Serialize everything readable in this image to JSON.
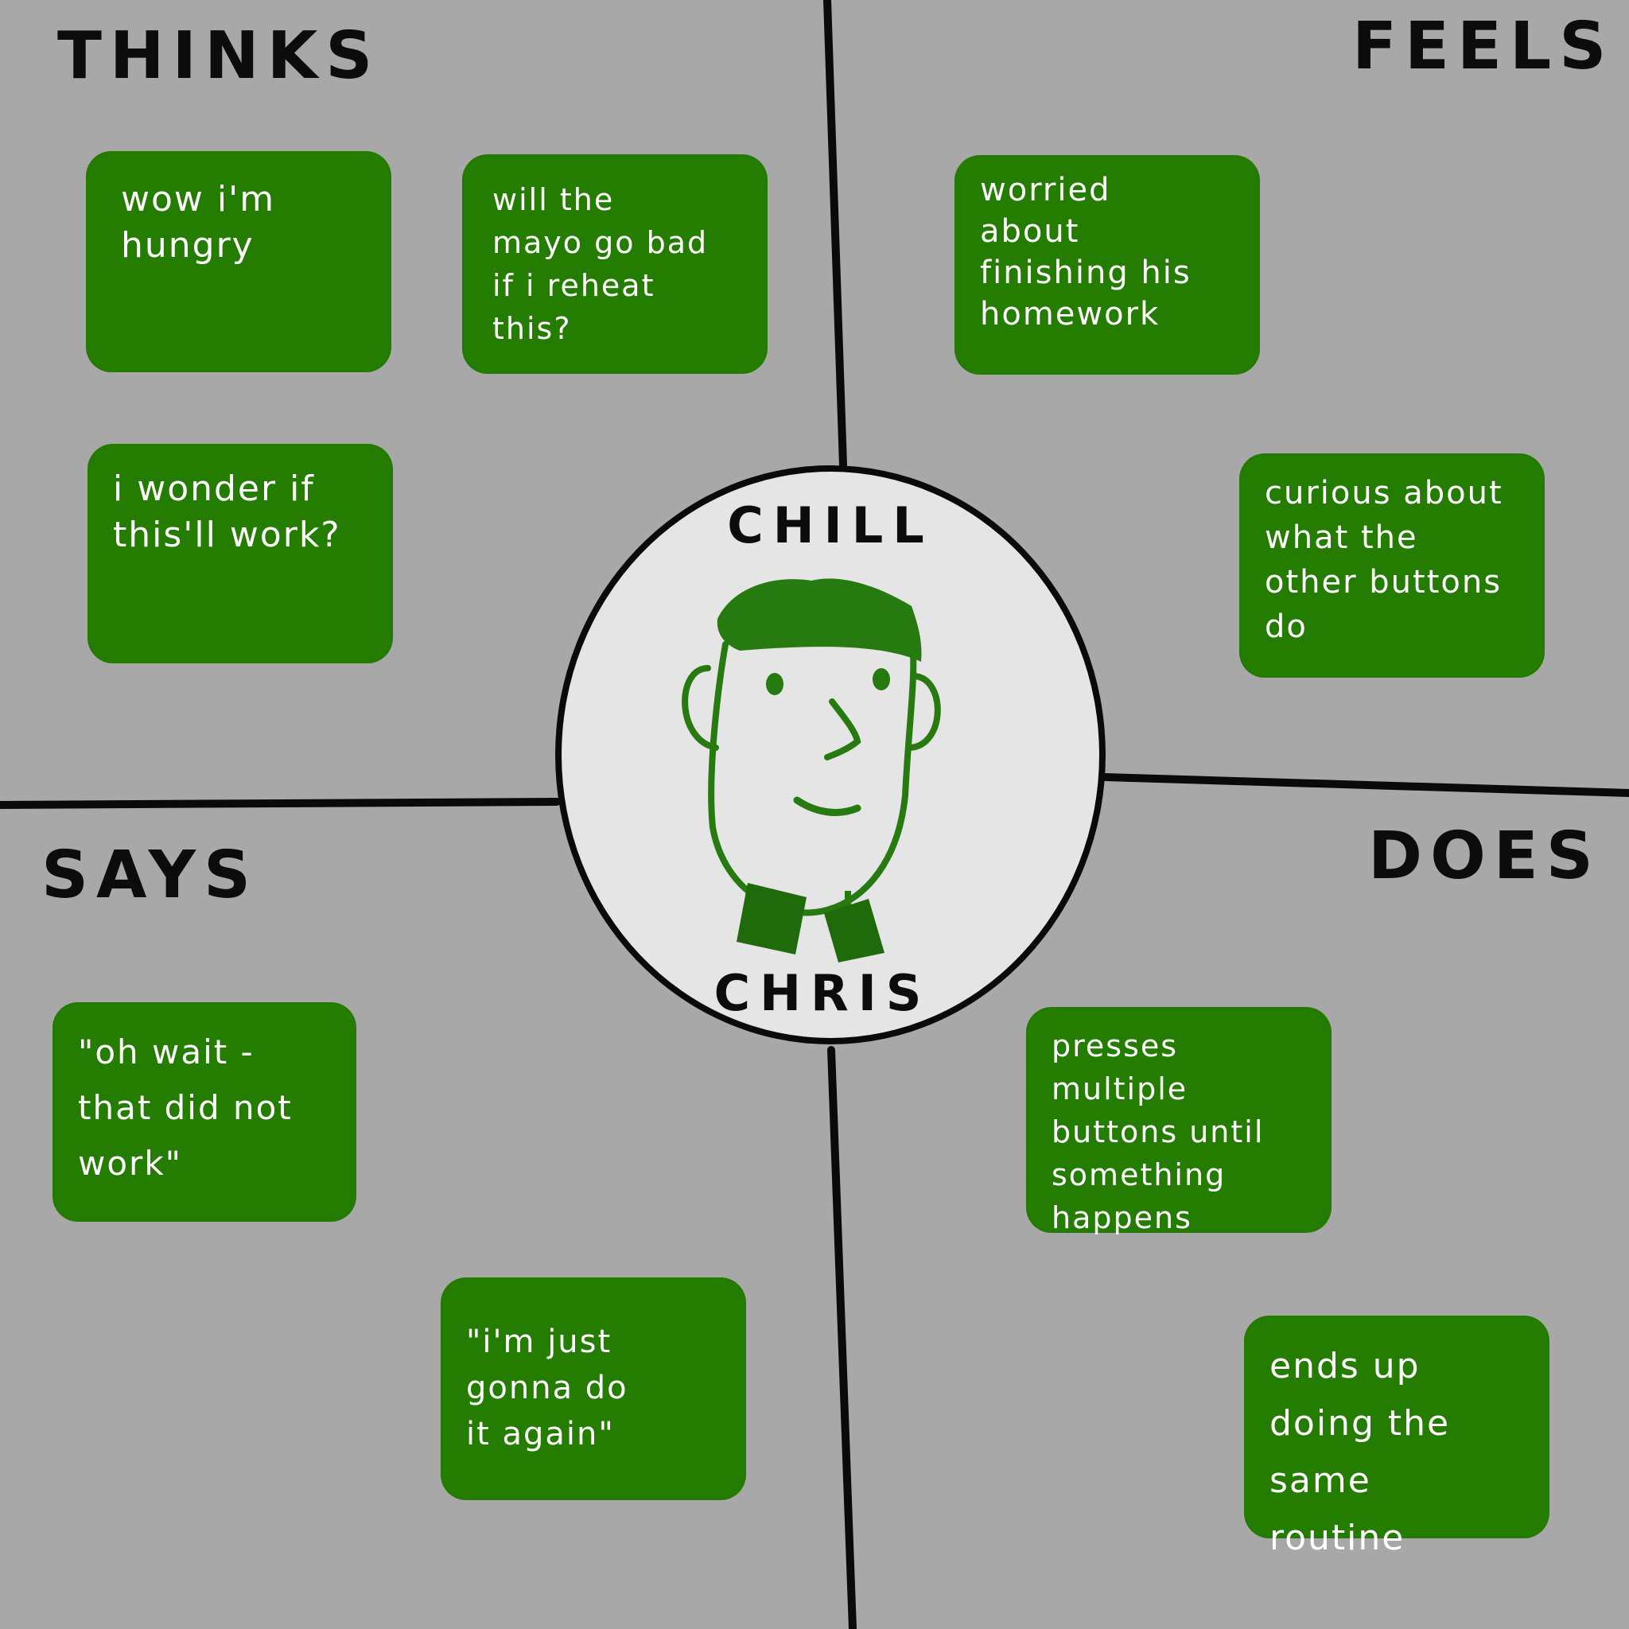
{
  "quadrants": {
    "thinks": {
      "title": "THINKS",
      "notes": [
        "wow i'm\nhungry",
        "will the\nmayo go bad\nif i reheat this?",
        "i wonder if\nthis'll work?"
      ]
    },
    "feels": {
      "title": "FEELS",
      "notes": [
        "worried\nabout\nfinishing his\nhomework",
        "curious about\nwhat the\nother buttons\ndo"
      ]
    },
    "says": {
      "title": "SAYS",
      "notes": [
        "\"oh wait -\nthat did not\nwork\"",
        "\"i'm just\ngonna do\nit again\""
      ]
    },
    "does": {
      "title": "DOES",
      "notes": [
        "presses multiple\nbuttons until\nsomething\nhappens",
        "ends up\ndoing the same\nroutine"
      ]
    }
  },
  "persona": {
    "first": "CHILL",
    "last": "CHRIS"
  },
  "colors": {
    "background": "#a8a8a8",
    "note": "#247c00",
    "note_text": "#ffffff",
    "face": "#267a10",
    "ink": "#0c0c0c"
  }
}
